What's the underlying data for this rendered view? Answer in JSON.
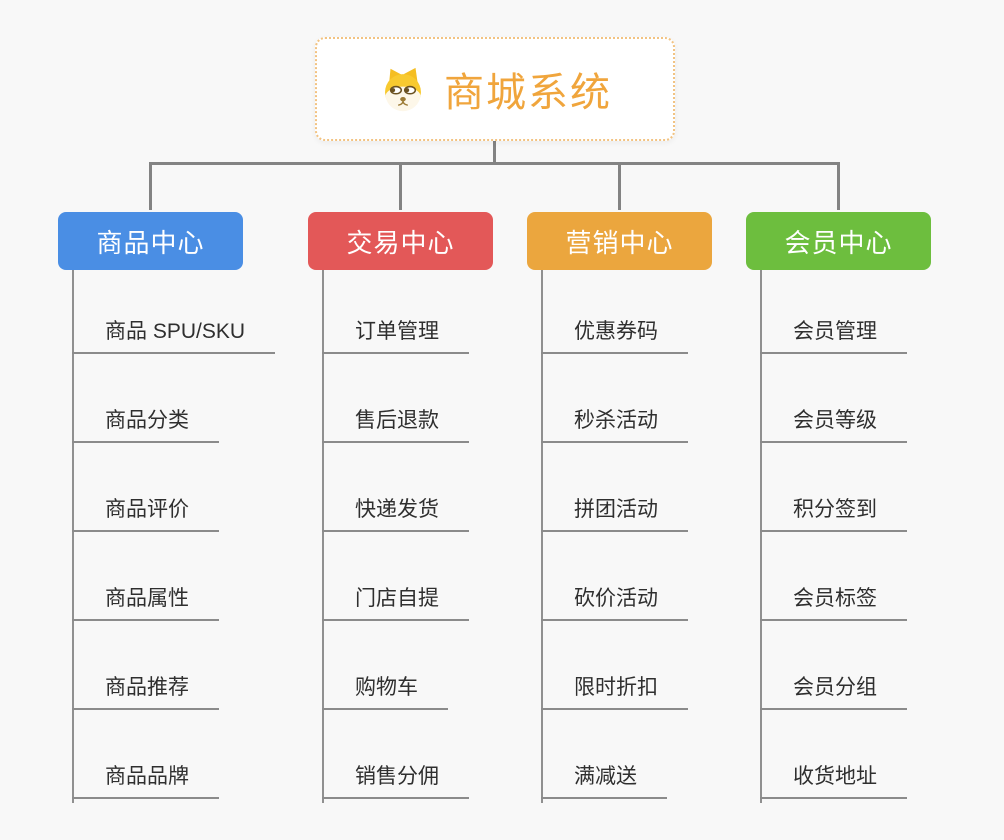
{
  "root": {
    "title": "商城系统",
    "icon": "shiba-dog-icon",
    "title_color": "#F0A53C",
    "border_color": "#F2C382"
  },
  "connector_color": "#838383",
  "branches": [
    {
      "label": "商品中心",
      "color": "#4A8EE4",
      "items": [
        "商品 SPU/SKU",
        "商品分类",
        "商品评价",
        "商品属性",
        "商品推荐",
        "商品品牌"
      ]
    },
    {
      "label": "交易中心",
      "color": "#E35858",
      "items": [
        "订单管理",
        "售后退款",
        "快递发货",
        "门店自提",
        "购物车",
        "销售分佣"
      ]
    },
    {
      "label": "营销中心",
      "color": "#EBA63E",
      "items": [
        "优惠券码",
        "秒杀活动",
        "拼团活动",
        "砍价活动",
        "限时折扣",
        "满减送"
      ]
    },
    {
      "label": "会员中心",
      "color": "#6DBE3E",
      "items": [
        "会员管理",
        "会员等级",
        "积分签到",
        "会员标签",
        "会员分组",
        "收货地址"
      ]
    }
  ]
}
